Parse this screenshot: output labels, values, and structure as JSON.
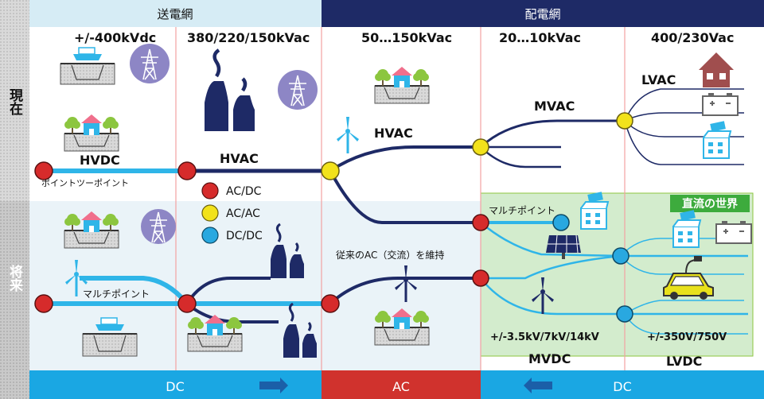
{
  "header": {
    "transmission": "送電網",
    "distribution": "配電網"
  },
  "rows": {
    "present": "現在",
    "future": "将来"
  },
  "voltages": {
    "hvdc_top": "+/-400kVdc",
    "hv_ac": "380/220/150kVac",
    "sub": "50…150kVac",
    "mv": "20…10kVac",
    "lv": "400/230Vac"
  },
  "labels": {
    "hvdc": "HVDC",
    "point_to_point": "ポイントツーポイント",
    "hvac_left": "HVAC",
    "hvac_mid": "HVAC",
    "mvac": "MVAC",
    "lvac": "LVAC",
    "multipoint_left": "マルチポイント",
    "multipoint_right": "マルチポイント",
    "keep_ac": "従来のAC（交流）を維持",
    "mvdc_volt": "+/-3.5kV/7kV/14kV",
    "lvdc_volt": "+/-350V/750V",
    "mvdc": "MVDC",
    "lvdc": "LVDC",
    "dc_world": "直流の世界"
  },
  "legend": [
    {
      "label": "AC/DC",
      "color": "#d62b2b"
    },
    {
      "label": "AC/AC",
      "color": "#f2e21b"
    },
    {
      "label": "DC/DC",
      "color": "#29a8e0"
    }
  ],
  "footer": {
    "dc_left": "DC",
    "ac": "AC",
    "dc_right": "DC"
  },
  "colors": {
    "navy": "#1e2a66",
    "line_blue": "#2fb5e8",
    "footer_blue": "#1aa7e3",
    "footer_red": "#d0322d",
    "tower_purple": "#8d86c5",
    "dc_world_fill": "#d3eccd",
    "dc_world_label": "#3dab3d"
  }
}
